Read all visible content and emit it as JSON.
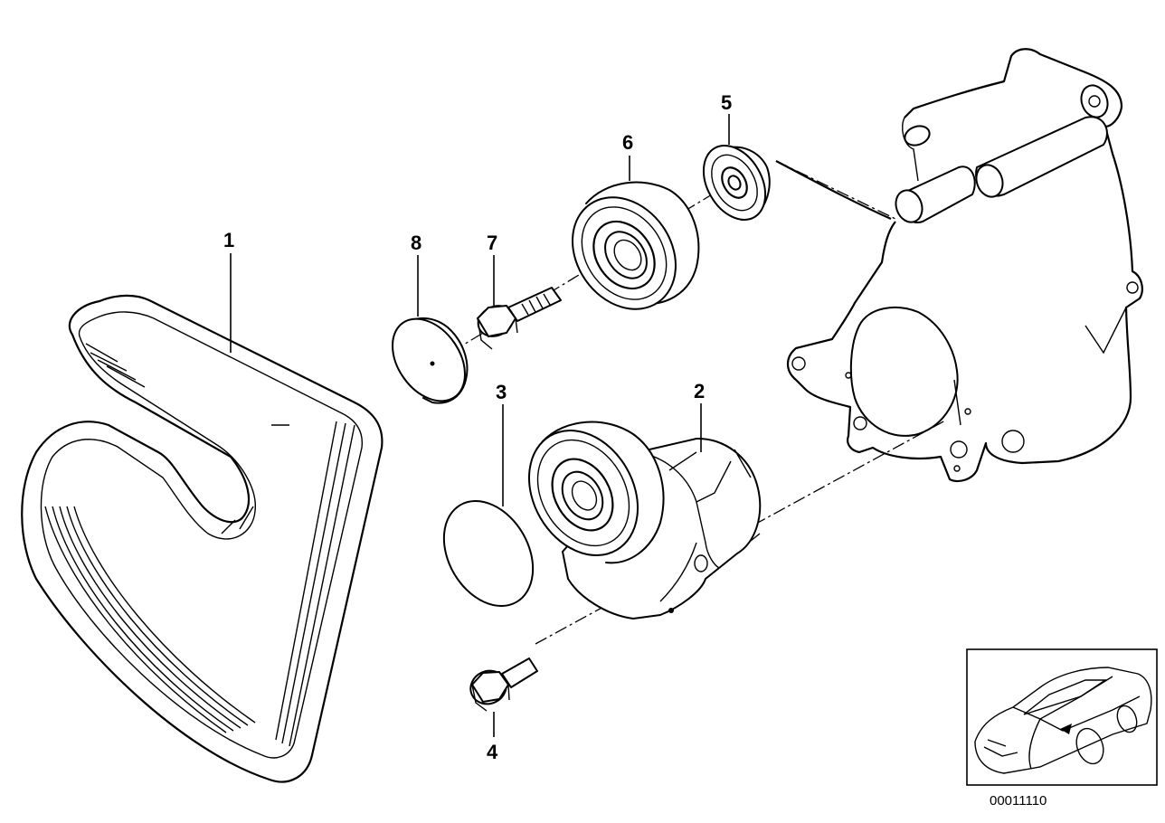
{
  "callouts": {
    "c1": "1",
    "c2": "2",
    "c3": "3",
    "c4": "4",
    "c5": "5",
    "c6": "6",
    "c7": "7",
    "c8": "8"
  },
  "catalog_number": "00011110",
  "colors": {
    "line": "#000000",
    "background": "#ffffff"
  }
}
